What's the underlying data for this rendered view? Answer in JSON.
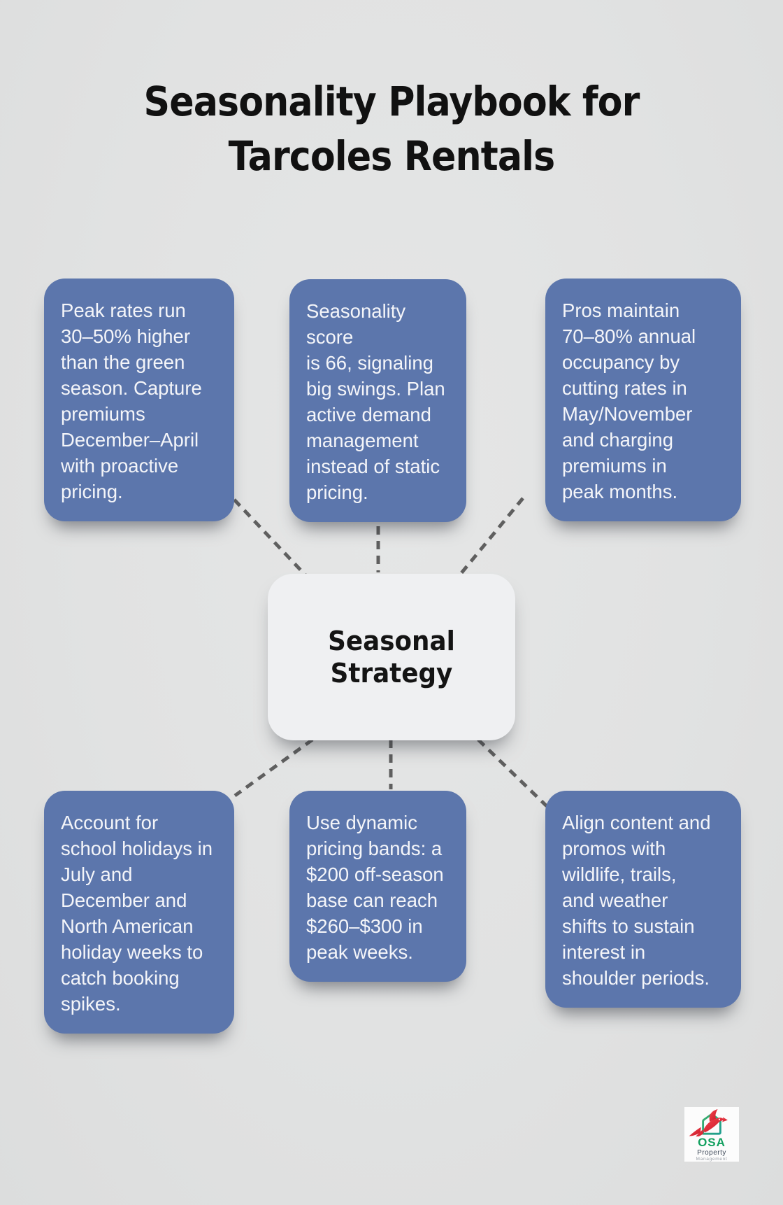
{
  "page": {
    "title": "Seasonality Playbook for Tarcoles Rentals",
    "background_color": "#e2e3e3"
  },
  "center_node": {
    "label": "Seasonal Strategy"
  },
  "cards": [
    {
      "position": "top-left",
      "text": "Peak rates run\n30–50% higher\nthan the green\nseason. Capture\npremiums\nDecember–April\nwith proactive\npricing."
    },
    {
      "position": "top-middle",
      "text": "Seasonality score\nis 66, signaling\nbig swings. Plan\nactive demand\nmanagement\ninstead of static\npricing."
    },
    {
      "position": "top-right",
      "text": "Pros maintain\n70–80% annual\noccupancy by\ncutting rates in\nMay/November\nand charging\npremiums in\npeak months."
    },
    {
      "position": "bottom-left",
      "text": "Account for\nschool holidays in\nJuly and\nDecember and\nNorth American\nholiday weeks to\ncatch booking\nspikes."
    },
    {
      "position": "bottom-middle",
      "text": "Use dynamic\npricing bands: a\n$200 off-season\nbase can reach\n$260–$300 in\npeak weeks."
    },
    {
      "position": "bottom-right",
      "text": "Align content and\npromos with\nwildlife, trails,\nand weather\nshifts to sustain\ninterest in\nshoulder periods."
    }
  ],
  "logo": {
    "name": "OSA",
    "line1": "Property",
    "line2": "Management"
  },
  "colors": {
    "card_blue": "#5c76ac",
    "card_text": "#f4f5f9",
    "center_node_bg": "#eff0f2",
    "title_text": "#111111",
    "connector": "#5f5f5f",
    "logo_green": "#12a05f",
    "logo_red": "#e73441"
  }
}
